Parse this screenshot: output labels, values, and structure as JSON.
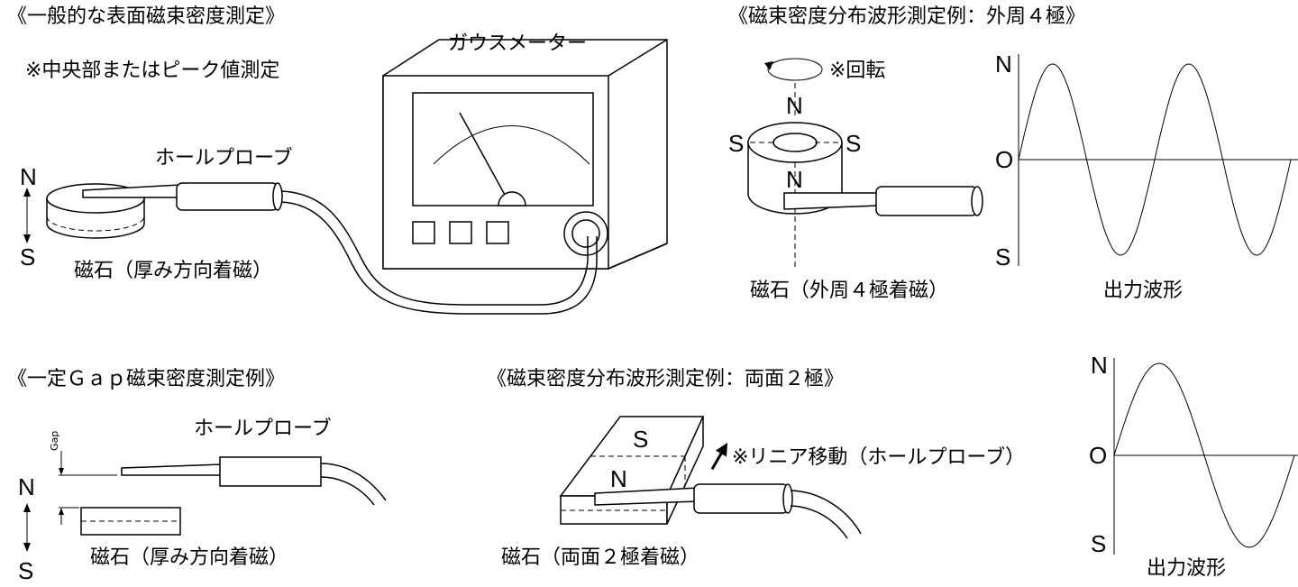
{
  "sections": {
    "surface": {
      "heading": "《一般的な表面磁束密度測定》",
      "note": "※中央部またはピーク値測定",
      "meter_label": "ガウスメーター",
      "probe_label": "ホールプローブ",
      "magnet_label": "磁石（厚み方向着磁）",
      "pole_n": "N",
      "pole_s": "S"
    },
    "outer4": {
      "heading": "《磁束密度分布波形測定例：外周４極》",
      "rotate_note": "※回転",
      "pole_top": "N",
      "pole_left": "S",
      "pole_right": "S",
      "pole_front": "N",
      "magnet_label": "磁石（外周４極着磁）",
      "wave_label": "出力波形",
      "axis_n": "N",
      "axis_zero": "O",
      "axis_s": "S"
    },
    "gap": {
      "heading": "《一定Ｇａｐ磁束密度測定例》",
      "probe_label": "ホールプローブ",
      "gap_label": "Gap",
      "pole_n": "N",
      "pole_s": "S",
      "magnet_label": "磁石（厚み方向着磁）"
    },
    "twoface": {
      "heading": "《磁束密度分布波形測定例：両面２極》",
      "pole_s": "S",
      "pole_n": "N",
      "move_note": "※リニア移動（ホールプローブ）",
      "magnet_label": "磁石（両面２極着磁）",
      "wave_label": "出力波形",
      "axis_n": "N",
      "axis_zero": "O",
      "axis_s": "S"
    }
  },
  "waveforms": {
    "outer4": {
      "cycles": 2,
      "shape": "sine"
    },
    "twoface": {
      "cycles": 1,
      "shape": "sine"
    }
  }
}
